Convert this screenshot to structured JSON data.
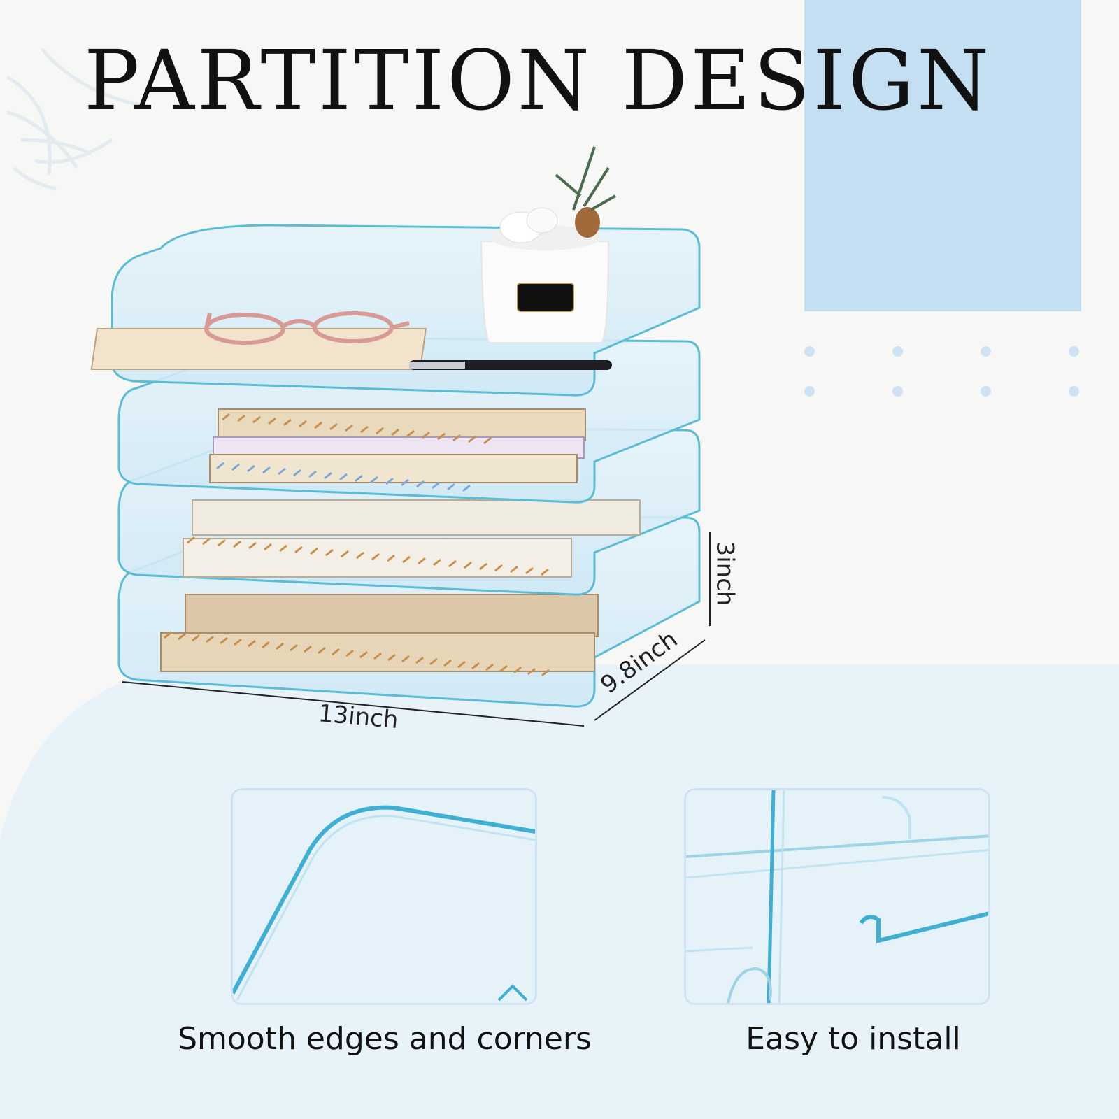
{
  "headline": "PARTITION DESIGN",
  "dimensions": {
    "width": "13inch",
    "depth": "9.8inch",
    "height": "3inch"
  },
  "features": [
    {
      "caption": "Smooth edges and corners",
      "icon": "rounded-corner-closeup"
    },
    {
      "caption": "Easy to install",
      "icon": "slot-rail-closeup"
    }
  ],
  "colors": {
    "accent_blue": "#c4def2",
    "tray_edge": "#5bbcd6",
    "text": "#111111"
  }
}
